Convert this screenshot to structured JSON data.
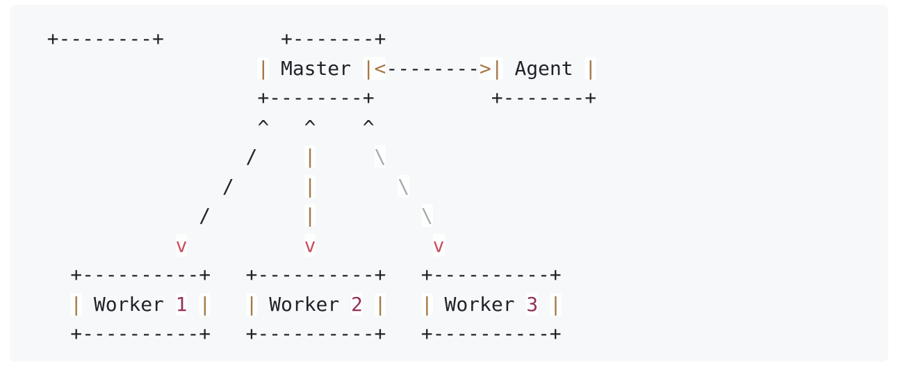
{
  "palette": {
    "page": "#ffffff",
    "panel": "#f6f8fa",
    "ink": "#1f2328",
    "brown": "#a57646",
    "magenta": "#93305c",
    "rose": "#cb4e60",
    "gray": "#a6a8ab"
  },
  "diagram": {
    "node_labels": [
      "Master",
      "Agent",
      "Worker 1",
      "Worker 2",
      "Worker 3"
    ],
    "lines": [
      [
        [
          "ink",
          "  +--------+          +-------+"
        ]
      ],
      [
        [
          "ink",
          "                    "
        ],
        [
          "brown",
          "|"
        ],
        [
          "ink",
          " Master "
        ],
        [
          "brown",
          "|<"
        ],
        [
          "ink",
          "--------"
        ],
        [
          "brown",
          ">|"
        ],
        [
          "ink",
          " Agent "
        ],
        [
          "brown",
          "|"
        ]
      ],
      [
        [
          "ink",
          "                    +--------+          +-------+"
        ]
      ],
      [
        [
          "ink",
          "                    ^   ^    ^"
        ]
      ],
      [
        [
          "ink",
          "                   /    "
        ],
        [
          "brown",
          "|"
        ],
        [
          "ink",
          "     "
        ],
        [
          "gray",
          "\\"
        ]
      ],
      [
        [
          "ink",
          "                 /      "
        ],
        [
          "brown",
          "|"
        ],
        [
          "ink",
          "       "
        ],
        [
          "gray",
          "\\"
        ]
      ],
      [
        [
          "ink",
          "               /        "
        ],
        [
          "brown",
          "|"
        ],
        [
          "ink",
          "         "
        ],
        [
          "gray",
          "\\"
        ]
      ],
      [
        [
          "ink",
          "             "
        ],
        [
          "rose",
          "v"
        ],
        [
          "ink",
          "          "
        ],
        [
          "rose",
          "v"
        ],
        [
          "ink",
          "          "
        ],
        [
          "rose",
          "v"
        ]
      ],
      [
        [
          "ink",
          "    +----------+   +----------+   +----------+"
        ]
      ],
      [
        [
          "ink",
          "    "
        ],
        [
          "brown",
          "|"
        ],
        [
          "ink",
          " Worker "
        ],
        [
          "magenta",
          "1"
        ],
        [
          "ink",
          " "
        ],
        [
          "brown",
          "|"
        ],
        [
          "ink",
          "   "
        ],
        [
          "brown",
          "|"
        ],
        [
          "ink",
          " Worker "
        ],
        [
          "magenta",
          "2"
        ],
        [
          "ink",
          " "
        ],
        [
          "brown",
          "|"
        ],
        [
          "ink",
          "   "
        ],
        [
          "brown",
          "|"
        ],
        [
          "ink",
          " Worker "
        ],
        [
          "magenta",
          "3"
        ],
        [
          "ink",
          " "
        ],
        [
          "brown",
          "|"
        ]
      ],
      [
        [
          "ink",
          "    +----------+   +----------+   +----------+"
        ]
      ]
    ]
  }
}
